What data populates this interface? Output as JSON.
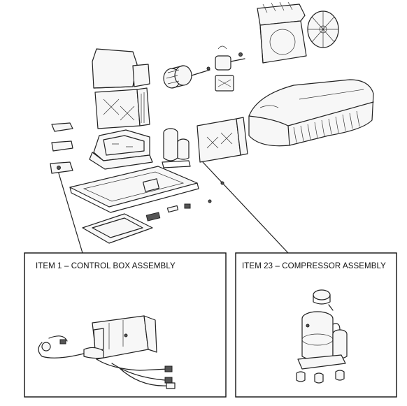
{
  "callouts": [
    {
      "id": "control-box",
      "label": "ITEM 1 – CONTROL BOX ASSEMBLY"
    },
    {
      "id": "compressor",
      "label": "ITEM 23 – COMPRESSOR ASSEMBLY"
    }
  ]
}
